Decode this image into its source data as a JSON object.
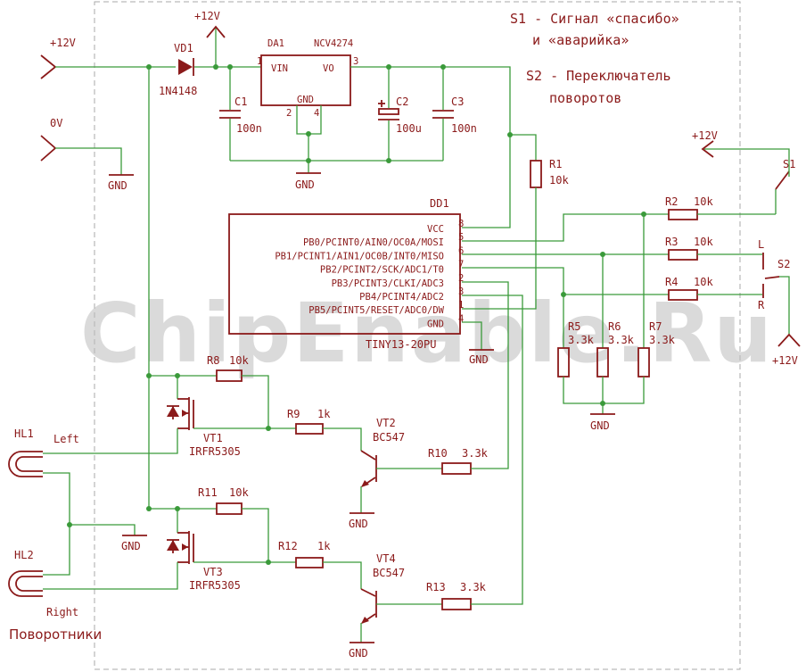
{
  "notes": {
    "s1_line1": "S1 - Сигнал «спасибо»",
    "s1_line2": "и «аварийка»",
    "s2_line1": "S2 - Переключатель",
    "s2_line2": "поворотов"
  },
  "watermark": "ChipEnable.Ru",
  "power": {
    "input_12v": "+12V",
    "input_0v": "0V",
    "rail_12v": "+12V",
    "s1_supply": "+12V",
    "s2_supply": "+12V",
    "gnd": "GND"
  },
  "components": {
    "vd1": {
      "ref": "VD1",
      "value": "1N4148"
    },
    "da1": {
      "ref": "DA1",
      "value": "NCV4274",
      "pin_vin": "VIN",
      "pin_vo": "VO",
      "pin_gnd": "GND",
      "pin1": "1",
      "pin2": "2",
      "pin3": "3",
      "pin4": "4"
    },
    "c1": {
      "ref": "C1",
      "value": "100n"
    },
    "c2": {
      "ref": "C2",
      "value": "100u"
    },
    "c3": {
      "ref": "C3",
      "value": "100n"
    },
    "r1": {
      "ref": "R1",
      "value": "10k"
    },
    "r2": {
      "ref": "R2",
      "value": "10k"
    },
    "r3": {
      "ref": "R3",
      "value": "10k"
    },
    "r4": {
      "ref": "R4",
      "value": "10k"
    },
    "r5": {
      "ref": "R5",
      "value": "3.3k"
    },
    "r6": {
      "ref": "R6",
      "value": "3.3k"
    },
    "r7": {
      "ref": "R7",
      "value": "3.3k"
    },
    "r8": {
      "ref": "R8",
      "value": "10k"
    },
    "r9": {
      "ref": "R9",
      "value": "1k"
    },
    "r10": {
      "ref": "R10",
      "value": "3.3k"
    },
    "r11": {
      "ref": "R11",
      "value": "10k"
    },
    "r12": {
      "ref": "R12",
      "value": "1k"
    },
    "r13": {
      "ref": "R13",
      "value": "3.3k"
    },
    "vt1": {
      "ref": "VT1",
      "value": "IRFR5305"
    },
    "vt2": {
      "ref": "VT2",
      "value": "BC547"
    },
    "vt3": {
      "ref": "VT3",
      "value": "IRFR5305"
    },
    "vt4": {
      "ref": "VT4",
      "value": "BC547"
    },
    "s1": {
      "ref": "S1"
    },
    "s2": {
      "ref": "S2",
      "pos_l": "L",
      "pos_r": "R"
    },
    "hl1": {
      "ref": "HL1",
      "label": "Left"
    },
    "hl2": {
      "ref": "HL2",
      "label": "Right"
    },
    "lamps_caption": "Поворотники"
  },
  "mcu": {
    "ref": "DD1",
    "part": "TINY13-20PU",
    "pins": [
      {
        "name": "VCC",
        "num": "8"
      },
      {
        "name": "PB0/PCINT0/AIN0/OC0A/MOSI",
        "num": "5"
      },
      {
        "name": "PB1/PCINT1/AIN1/OC0B/INT0/MISO",
        "num": "6"
      },
      {
        "name": "PB2/PCINT2/SCK/ADC1/T0",
        "num": "7"
      },
      {
        "name": "PB3/PCINT3/CLKI/ADC3",
        "num": "2"
      },
      {
        "name": "PB4/PCINT4/ADC2",
        "num": "3"
      },
      {
        "name": "PB5/PCINT5/RESET/ADC0/DW",
        "num": "1"
      },
      {
        "name": "GND",
        "num": "4"
      }
    ]
  }
}
